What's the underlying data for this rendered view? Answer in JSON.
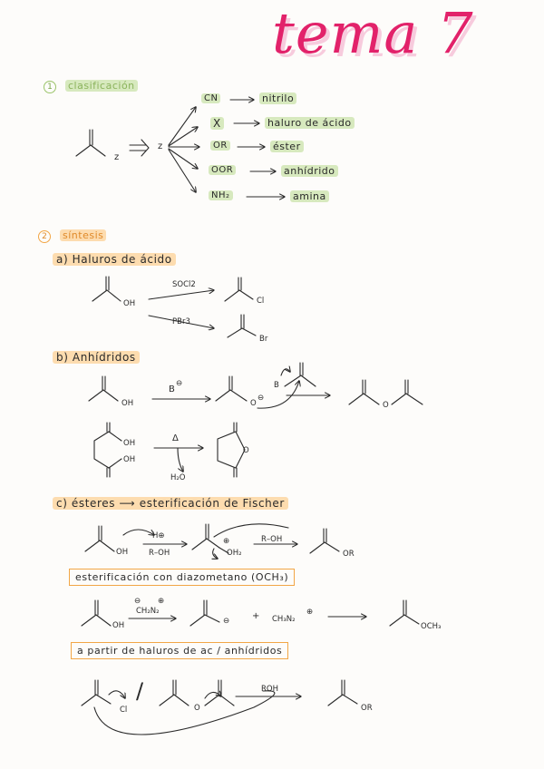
{
  "title": "tema 7",
  "colors": {
    "title": "#e2226a",
    "green": "#9bc46a",
    "orange": "#f2a646",
    "ink": "#2a2a2a"
  },
  "section1": {
    "number": "1",
    "label": "clasificación",
    "z": "z",
    "groups": [
      {
        "group": "CN",
        "product": "nitrilo"
      },
      {
        "group": "X",
        "product": "haluro de ácido"
      },
      {
        "group": "OR",
        "product": "éster"
      },
      {
        "group": "OOR",
        "product": "anhídrido"
      },
      {
        "group": "NH₂",
        "product": "amina"
      }
    ]
  },
  "section2": {
    "number": "2",
    "label": "síntesis",
    "a": {
      "title": "a) Haluros de ácido",
      "oh": "OH",
      "reagent1": "SOCl2",
      "product1": "Cl",
      "reagent2": "PBr3",
      "product2": "Br"
    },
    "b": {
      "title": "b) Anhídridos",
      "oh": "OH",
      "base": "B",
      "b_minus": "⊖",
      "o_minus": "⊖",
      "o_label": "O",
      "leaving": "B",
      "oh1": "OH",
      "oh2": "OH",
      "delta": "Δ",
      "water": "H₂O",
      "ring_o": "O"
    },
    "c": {
      "title": "c) ésteres ⟶ esterificación de Fischer",
      "oh": "OH",
      "h_plus": "H⊕",
      "r_oh": "R–OH",
      "oh2_plus": "⊕",
      "oh2": "OH₂",
      "r_oh2": "R–OH",
      "product_or": "OR",
      "box1": "esterificación con diazometano (OCH₃)",
      "oh_b": "OH",
      "minus": "⊖",
      "plus": "⊕",
      "ch2n2": "CH₂N₂",
      "o_minus_b": "⊖",
      "plus_sign": "+",
      "ch3n2": "CH₃N₂",
      "ch3n2_plus": "⊕",
      "och3": "OCH₃",
      "box2": "a partir de haluros de ac / anhídridos",
      "cl": "Cl",
      "slash": "/",
      "o_mid": "O",
      "roh3": "ROH",
      "or_final": "OR"
    }
  }
}
